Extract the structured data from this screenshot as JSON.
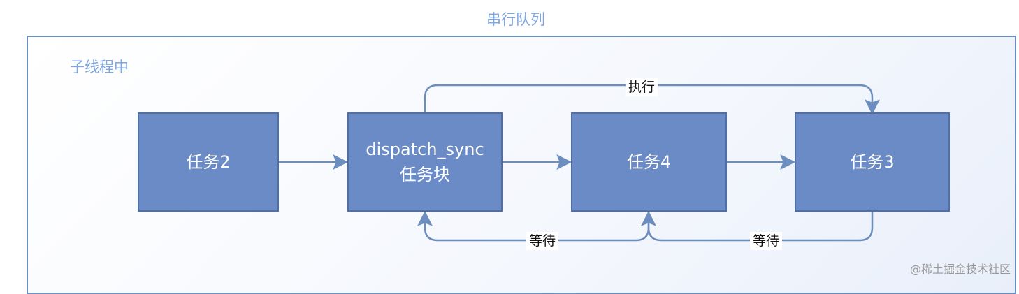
{
  "diagram": {
    "title": "串行队列",
    "container_label": "子线程中",
    "nodes": {
      "task2": "任务2",
      "sync_line1": "dispatch_sync",
      "sync_line2": "任务块",
      "task4": "任务4",
      "task3": "任务3"
    },
    "edge_labels": {
      "execute": "执行",
      "wait_1": "等待",
      "wait_2": "等待"
    },
    "colors": {
      "node_fill": "#6b8bc6",
      "node_stroke": "#4f6fa8",
      "edge": "#6c8ebf",
      "title": "#7ea6e0"
    }
  },
  "watermark": "@稀土掘金技术社区"
}
